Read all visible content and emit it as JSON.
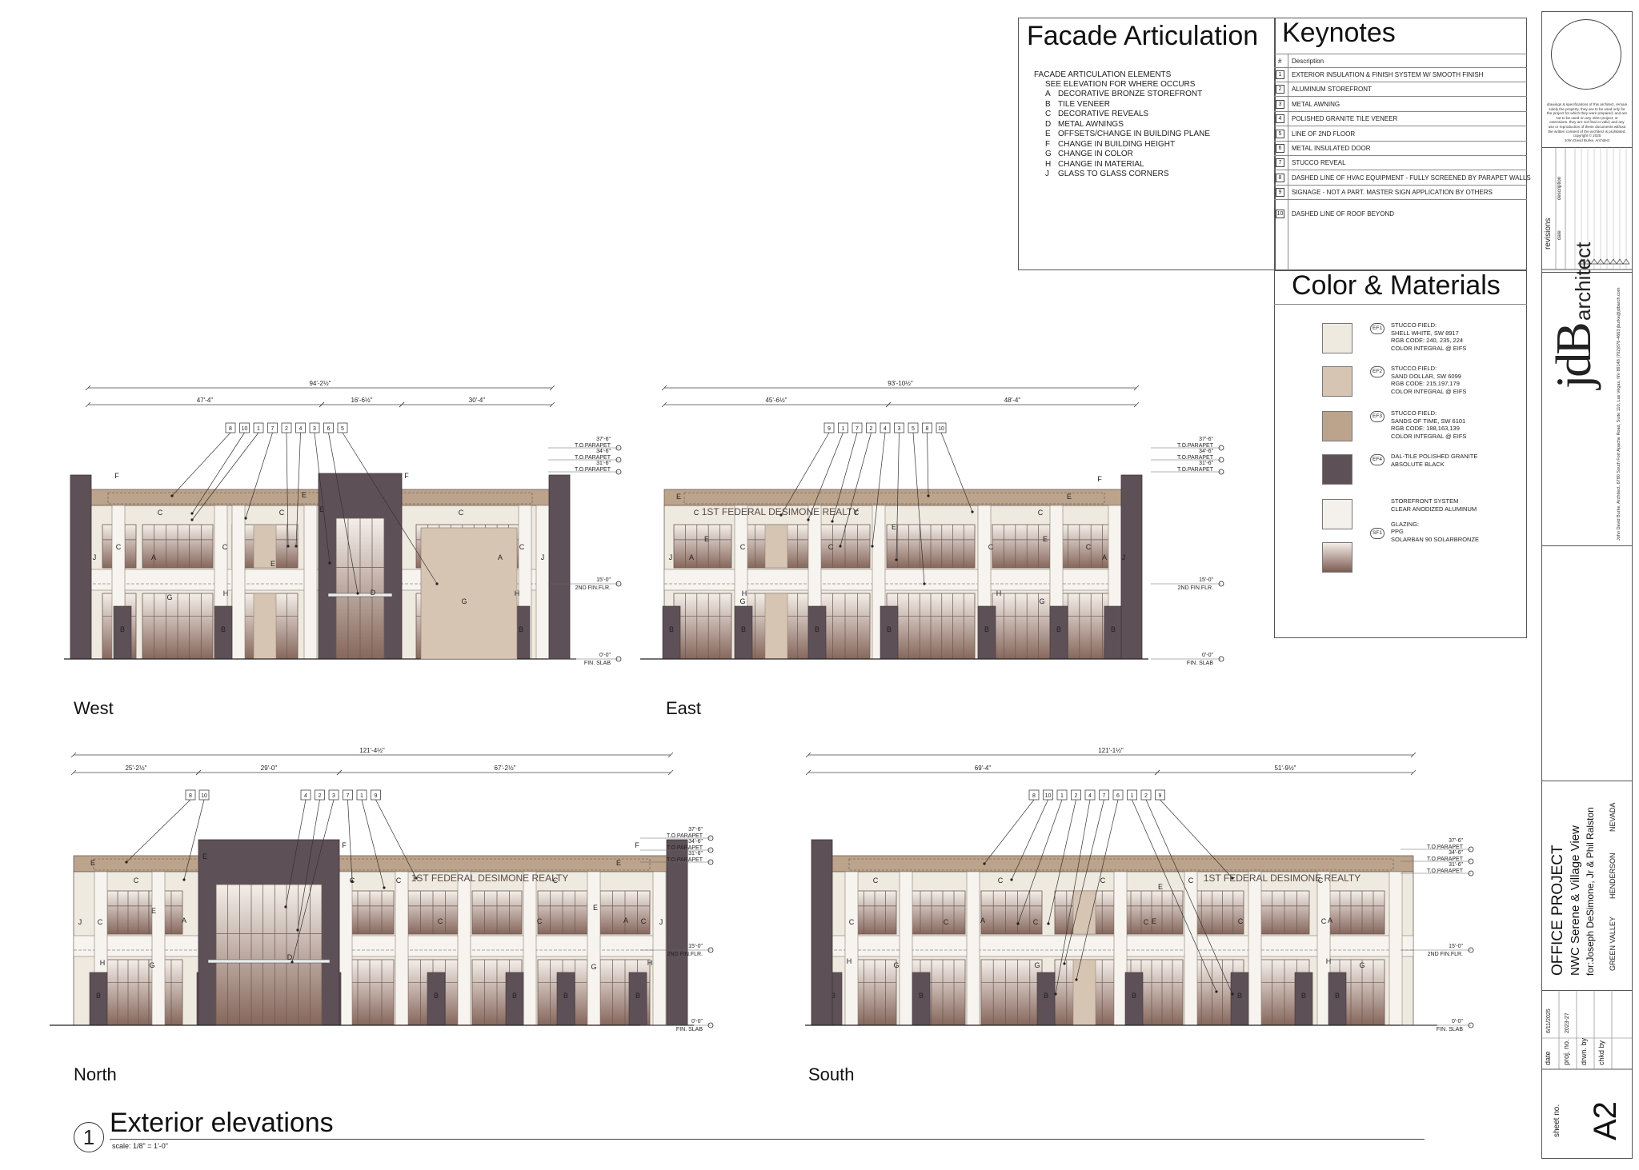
{
  "facade_articulation": {
    "title": "Facade Articulation",
    "header1": "FACADE ARTICULATION ELEMENTS",
    "header2": "SEE ELEVATION FOR WHERE OCCURS",
    "items": [
      {
        "letter": "A",
        "text": "DECORATIVE BRONZE STOREFRONT"
      },
      {
        "letter": "B",
        "text": "TILE VENEER"
      },
      {
        "letter": "C",
        "text": "DECORATIVE REVEALS"
      },
      {
        "letter": "D",
        "text": "METAL AWNINGS"
      },
      {
        "letter": "E",
        "text": "OFFSETS/CHANGE IN BUILDING PLANE"
      },
      {
        "letter": "F",
        "text": "CHANGE IN BUILDING HEIGHT"
      },
      {
        "letter": "G",
        "text": "CHANGE IN COLOR"
      },
      {
        "letter": "H",
        "text": "CHANGE IN MATERIAL"
      },
      {
        "letter": "J",
        "text": "GLASS TO GLASS CORNERS"
      }
    ]
  },
  "keynotes": {
    "title": "Keynotes",
    "col_num": "#",
    "col_desc": "Description",
    "items": [
      {
        "num": "1",
        "text": "EXTERIOR INSULATION & FINISH SYSTEM W/ SMOOTH FINISH"
      },
      {
        "num": "2",
        "text": "ALUMINUM STOREFRONT"
      },
      {
        "num": "3",
        "text": "METAL AWNING"
      },
      {
        "num": "4",
        "text": "POLISHED GRANITE TILE VENEER"
      },
      {
        "num": "5",
        "text": "LINE OF 2ND FLOOR"
      },
      {
        "num": "6",
        "text": "METAL INSULATED DOOR"
      },
      {
        "num": "7",
        "text": "STUCCO REVEAL"
      },
      {
        "num": "8",
        "text": "DASHED LINE OF HVAC EQUIPMENT - FULLY SCREENED BY PARAPET WALLS"
      },
      {
        "num": "9",
        "text": "SIGNAGE - NOT A PART. MASTER SIGN APPLICATION BY OTHERS"
      },
      {
        "num": "10",
        "text": "DASHED LINE OF ROOF BEYOND"
      }
    ]
  },
  "materials": {
    "title": "Color & Materials",
    "items": [
      {
        "tag": "EF1",
        "color": "#efeae0",
        "text": "STUCCO FIELD:\nSHELL WHITE, SW 8917\nRGB CODE: 240, 235, 224\nCOLOR INTEGRAL @ EIFS"
      },
      {
        "tag": "EF2",
        "color": "#d7c5b3",
        "text": "STUCCO FIELD:\nSAND DOLLAR, SW 6099\nRGB CODE: 215,197,179\nCOLOR INTEGRAL @ EIFS"
      },
      {
        "tag": "EF3",
        "color": "#bca38b",
        "text": "STUCCO FIELD:\nSANDS OF TIME, SW 6101\nRGB CODE: 188,163,139\nCOLOR INTEGRAL @ EIFS"
      },
      {
        "tag": "EF4",
        "color": "#5e5057",
        "text": "DAL-TILE POLISHED GRANITE\nABSOLUTE BLACK"
      },
      {
        "tag": "SF1",
        "color": "#eeeeec",
        "text": "STOREFRONT SYSTEM\nCLEAR ANODIZED ALUMINUM\n\nGLAZING:\nPPG\nSOLARBAN 90 SOLARBRONZE"
      }
    ]
  },
  "elevations": {
    "west": {
      "label": "West",
      "overall": "94'-2½\"",
      "dims": [
        "47'-4\"",
        "16'-6½\"",
        "30'-4\""
      ],
      "keys": [
        "8",
        "10",
        "1",
        "7",
        "2",
        "4",
        "3",
        "6",
        "5"
      ]
    },
    "east": {
      "label": "East",
      "overall": "93'-10½\"",
      "dims": [
        "45'-6½\"",
        "48'-4\""
      ],
      "keys": [
        "9",
        "1",
        "7",
        "2",
        "4",
        "3",
        "5",
        "8",
        "10"
      ],
      "sign": "1ST FEDERAL DESIMONE REALTY"
    },
    "north": {
      "label": "North",
      "overall": "121'-4½\"",
      "dims": [
        "25'-2½\"",
        "29'-0\"",
        "67'-2½\""
      ],
      "keys_left": [
        "8",
        "10"
      ],
      "keys_right": [
        "4",
        "2",
        "3",
        "7",
        "1",
        "9"
      ],
      "sign": "1ST FEDERAL DESIMONE REALTY"
    },
    "south": {
      "label": "South",
      "overall": "121'-1½\"",
      "dims": [
        "69'-4\"",
        "51'-9½\""
      ],
      "keys": [
        "8",
        "10",
        "1",
        "2",
        "4",
        "7",
        "6",
        "1",
        "2",
        "9"
      ],
      "sign": "1ST FEDERAL DESIMONE REALTY"
    },
    "levels": {
      "p1": "37'-6\"",
      "p2": "34'-6\"",
      "p3": "31'-6\"",
      "parapet": "T.O.PARAPET",
      "second": "15'-0\"",
      "second_label": "2ND FIN.FLR.",
      "slab": "0'-0\"",
      "slab_label": "FIN. SLAB"
    }
  },
  "drawing": {
    "number": "1",
    "title": "Exterior elevations",
    "scale": "scale:  1/8\" = 1'-0\""
  },
  "title_block": {
    "copyright_text": "drawings & specifications of this architect, remain solely the property. they are to be used only for the project for which they were prepared, and are not to be used on any other project, or extensions. they are not final or valid, and any use or reproduction of these documents without the written consent of the architect is prohibited.",
    "copyright_line": "copyright © 2025",
    "copyright_name": "John David Burke, Architect",
    "revisions_label": "revisions",
    "rev_col1": "date",
    "rev_col2": "description",
    "logo_text": "jdB",
    "logo_sub": "architect",
    "address": "John David Burke, Architect, 6780 South Fort Apache Road, Suite 110, Las Vegas, NV 89148 (702)876-4663 jburke@jdbarch.com",
    "project_title": "OFFICE PROJECT",
    "project_name": "NWC Serene & Village View",
    "project_for": "for:Joseph DeSimone, Jr & Phil Ralston",
    "location_left": "GREEN VALLEY",
    "location_mid": "HENDERSON",
    "location_right": "NEVADA",
    "date_label": "date",
    "date_value": "6/11/2025",
    "proj_label": "proj. no.",
    "proj_value": "2023-27",
    "drwn_label": "drwn. by",
    "chkd_label": "chkd by",
    "sheet_label": "sheet no.",
    "sheet_value": "A2"
  }
}
